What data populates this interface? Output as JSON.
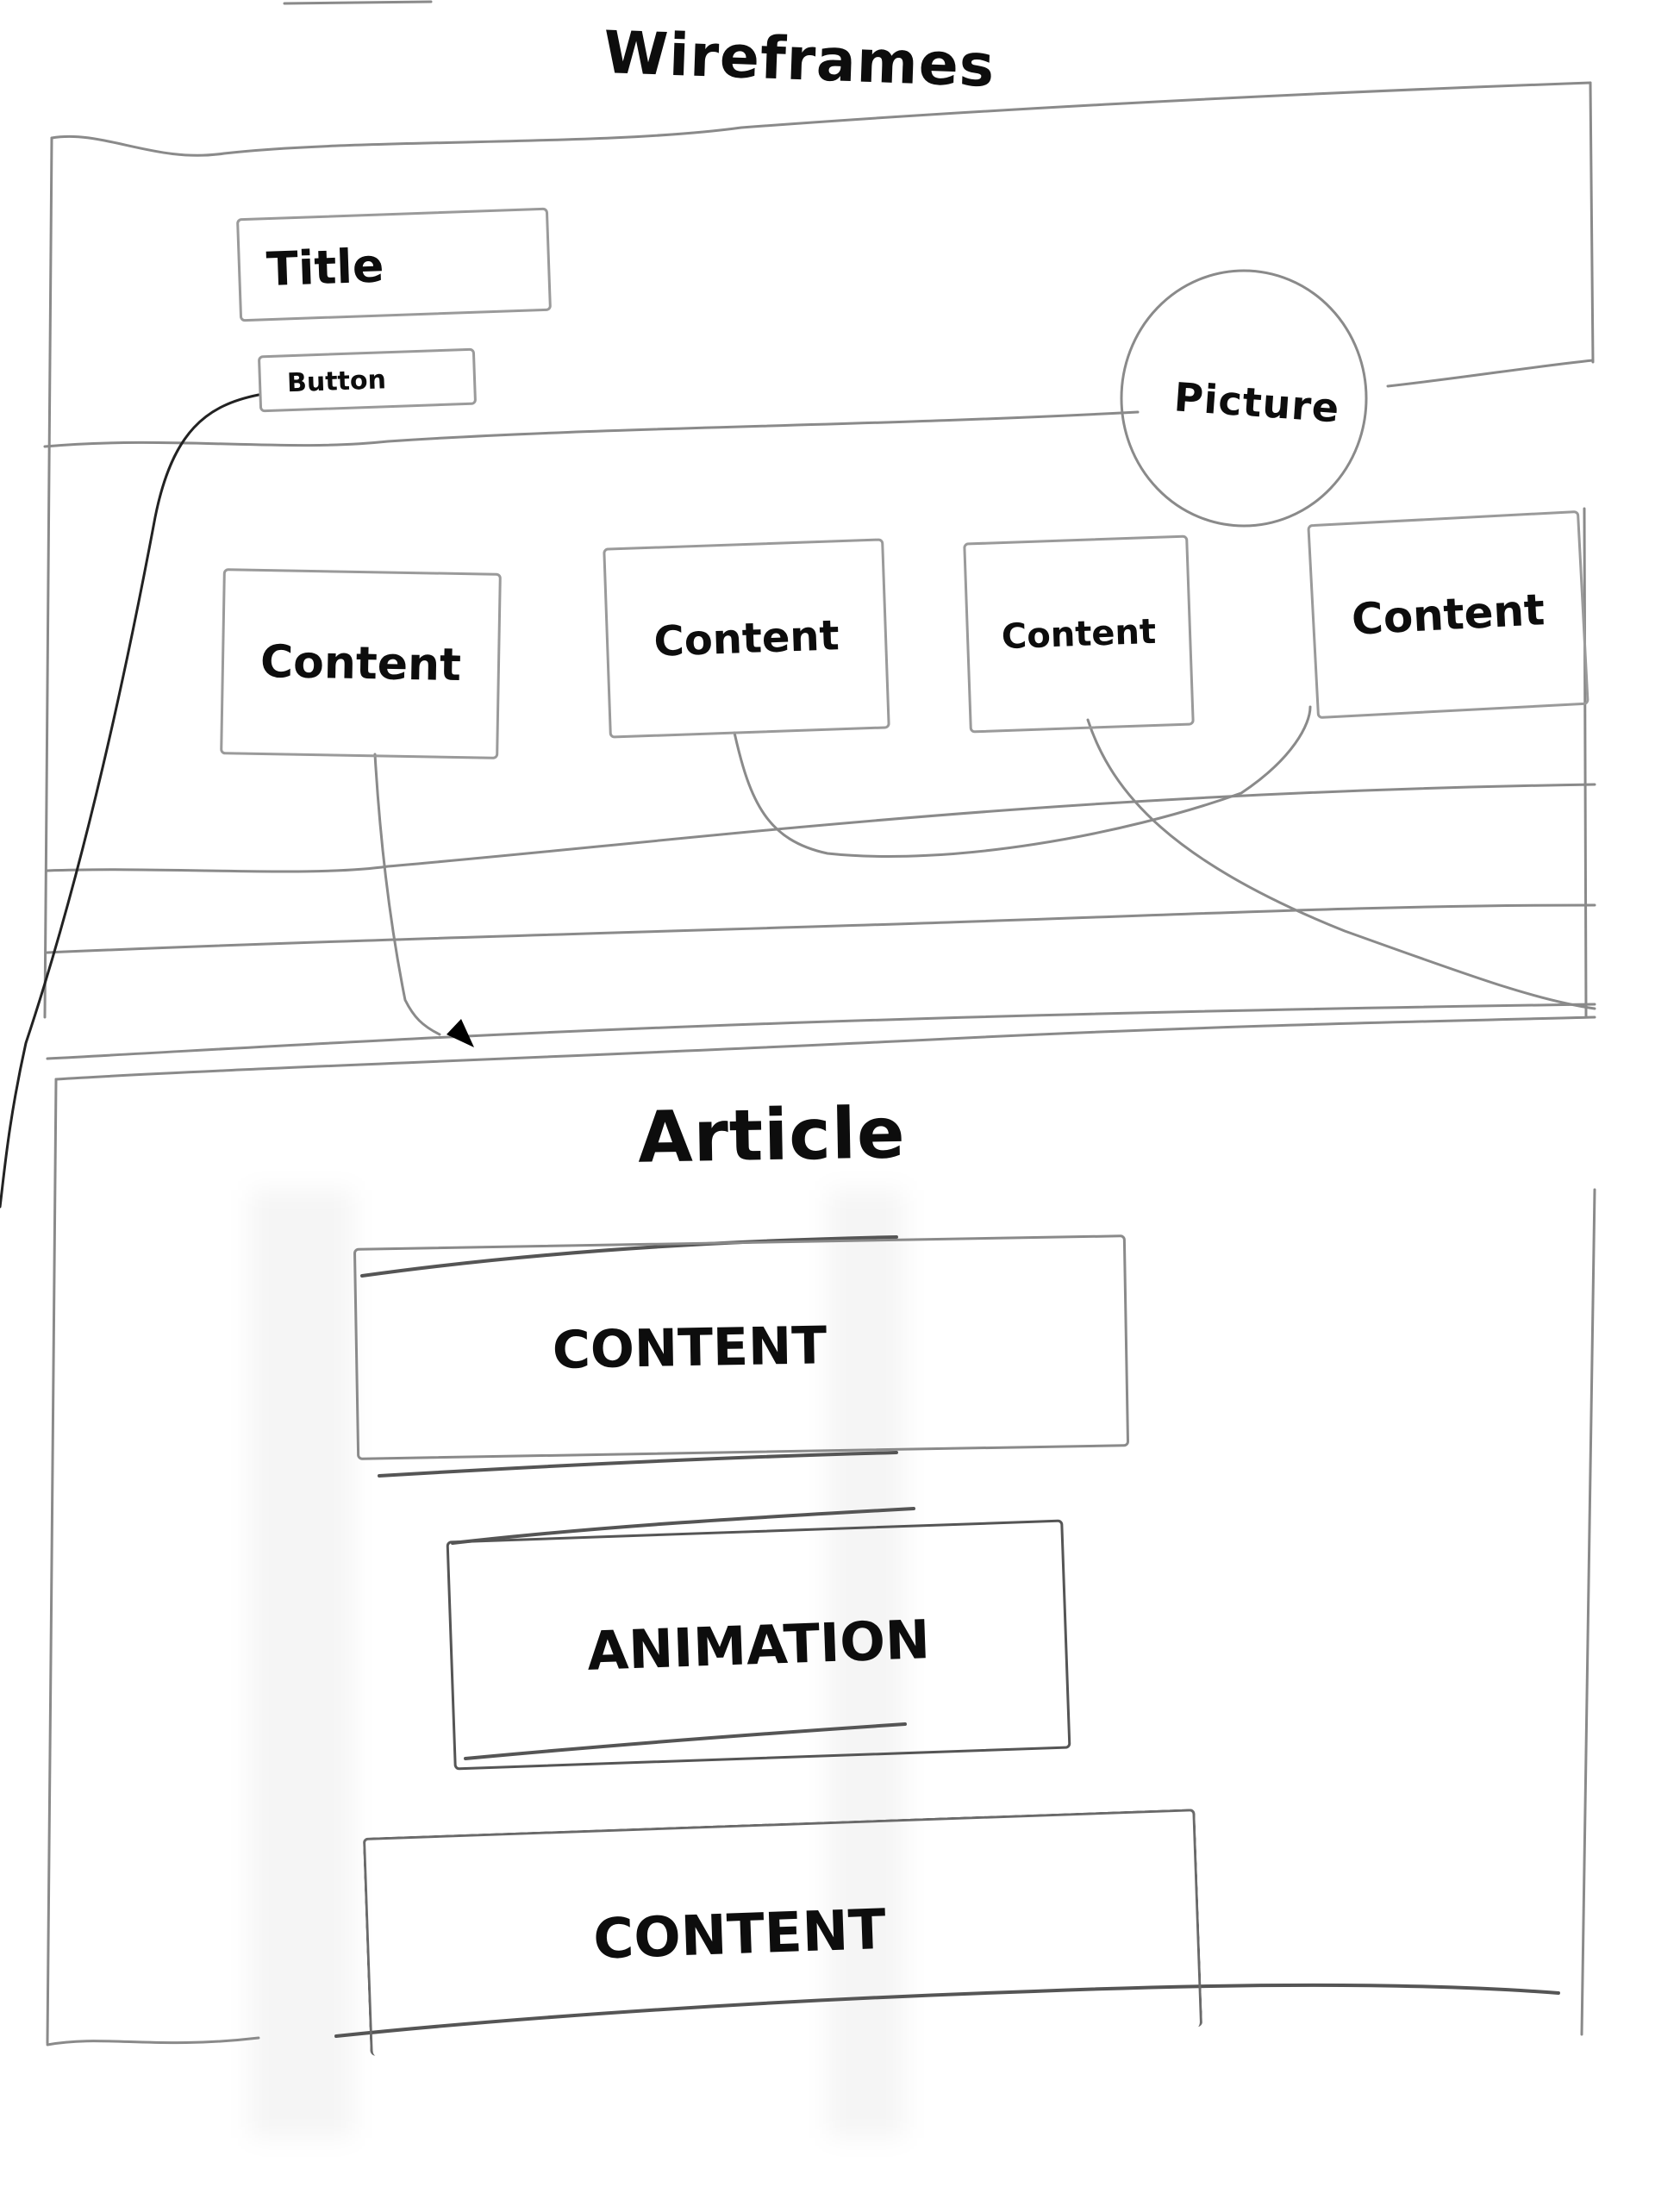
{
  "page": {
    "heading": "Wireframes"
  },
  "home_wireframe": {
    "title_box": {
      "label": "Title"
    },
    "button_box": {
      "label": "Button"
    },
    "picture_circle": {
      "label": "Picture"
    },
    "content_cards": [
      {
        "label": "Content"
      },
      {
        "label": "Content"
      },
      {
        "label": "Content"
      },
      {
        "label": "Content"
      }
    ]
  },
  "article_wireframe": {
    "heading": "Article",
    "blocks": [
      {
        "label": "CONTENT"
      },
      {
        "label": "ANIMATION"
      },
      {
        "label": "CONTENT"
      }
    ]
  },
  "colors": {
    "paper": "#ffffff",
    "ink": "#111111",
    "pencil": "#8a8a8a"
  }
}
